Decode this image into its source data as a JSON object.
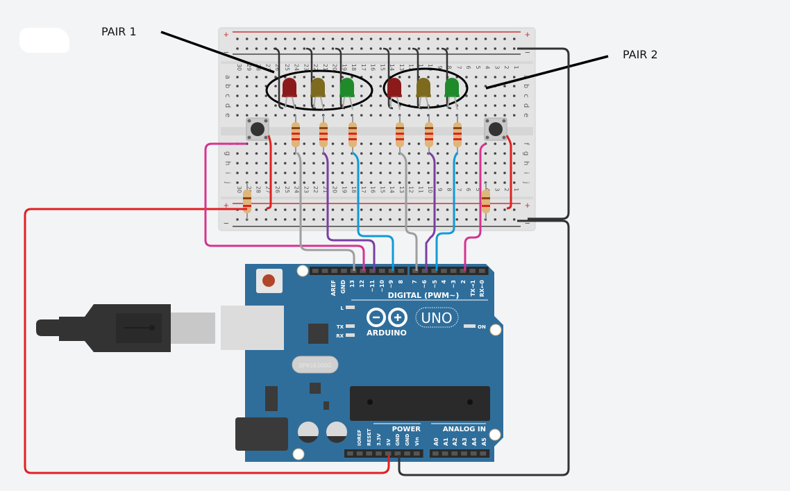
{
  "annotations": {
    "pair1": "PAIR 1",
    "pair2": "PAIR 2"
  },
  "breadboard": {
    "rail_plus": "+",
    "rail_minus": "−",
    "rows_top": [
      "a",
      "b",
      "c",
      "d",
      "e"
    ],
    "rows_bottom": [
      "f",
      "g",
      "h",
      "i",
      "j"
    ],
    "columns": [
      "30",
      "29",
      "28",
      "27",
      "26",
      "25",
      "24",
      "23",
      "22",
      "21",
      "20",
      "19",
      "18",
      "17",
      "16",
      "15",
      "14",
      "13",
      "12",
      "11",
      "10",
      "9",
      "8",
      "7",
      "6",
      "5",
      "4",
      "3",
      "2",
      "1"
    ]
  },
  "leds": [
    {
      "group": "pair1",
      "color_name": "red",
      "color": "#8b1a1a"
    },
    {
      "group": "pair1",
      "color_name": "yellow",
      "color": "#7d6a1e"
    },
    {
      "group": "pair1",
      "color_name": "green",
      "color": "#1f8a2a"
    },
    {
      "group": "pair2",
      "color_name": "red",
      "color": "#8b1a1a"
    },
    {
      "group": "pair2",
      "color_name": "yellow",
      "color": "#7d6a1e"
    },
    {
      "group": "pair2",
      "color_name": "green",
      "color": "#1f8a2a"
    }
  ],
  "arduino": {
    "brand": "ARDUINO",
    "model": "UNO",
    "digital_header_label": "DIGITAL (PWM~)",
    "digital_pins": [
      "AREF",
      "GND",
      "13",
      "12",
      "~11",
      "~10",
      "~9",
      "8",
      "7",
      "~6",
      "~5",
      "4",
      "~3",
      "2",
      "TX→1",
      "RX←0"
    ],
    "power_label": "POWER",
    "power_pins": [
      "IOREF",
      "RESET",
      "3.3V",
      "5V",
      "GND",
      "GND",
      "Vin"
    ],
    "analog_label": "ANALOG IN",
    "analog_pins": [
      "A0",
      "A1",
      "A2",
      "A3",
      "A4",
      "A5"
    ],
    "led_labels": {
      "l": "L",
      "tx": "TX",
      "rx": "RX",
      "on": "ON"
    },
    "crystal": "SPK16.000G",
    "colors": {
      "board": "#2f6e9b",
      "header": "#2a2a2a"
    }
  },
  "wires": [
    {
      "from": "pin 13",
      "to": "LED red pair1 resistor",
      "color": "#9e9e9e"
    },
    {
      "from": "pin 12",
      "to": "button left",
      "color": "#d63390"
    },
    {
      "from": "pin 11",
      "to": "LED yellow pair1 resistor",
      "color": "#7a3fa0"
    },
    {
      "from": "pin 9",
      "to": "LED green pair1 resistor",
      "color": "#119ad6"
    },
    {
      "from": "pin 7",
      "to": "LED red pair2 resistor",
      "color": "#9e9e9e"
    },
    {
      "from": "pin 6",
      "to": "LED yellow pair2 resistor",
      "color": "#7a3fa0"
    },
    {
      "from": "pin 5",
      "to": "LED green pair2 resistor",
      "color": "#119ad6"
    },
    {
      "from": "pin 2",
      "to": "button right",
      "color": "#d63390"
    },
    {
      "from": "5V",
      "to": "breadboard + rail",
      "color": "#e02020"
    },
    {
      "from": "GND",
      "to": "breadboard − rail",
      "color": "#333333"
    }
  ]
}
